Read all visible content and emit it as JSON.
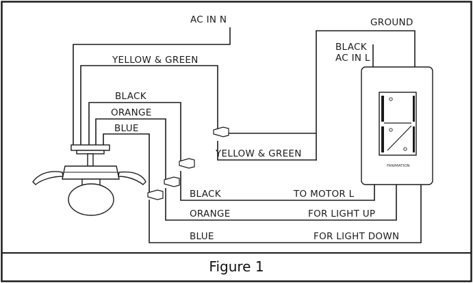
{
  "labels": {
    "ac_in_n": "AC IN N",
    "ground": "GROUND",
    "black_ac_in_l_1": "BLACK",
    "black_ac_in_l_2": "AC IN L",
    "yellow_green_top": "YELLOW & GREEN",
    "black_fan": "BLACK",
    "orange_fan": "ORANGE",
    "blue_fan": "BLUE",
    "yellow_green_bottom": "YELLOW & GREEN",
    "black_bottom": "BLACK",
    "to_motor_l": "TO MOTOR L",
    "orange_bottom": "ORANGE",
    "for_light_up": "FOR LIGHT UP",
    "blue_bottom": "BLUE",
    "for_light_down": "FOR LIGHT DOWN",
    "brand": "FANIMATION"
  },
  "caption": "Figure 1"
}
